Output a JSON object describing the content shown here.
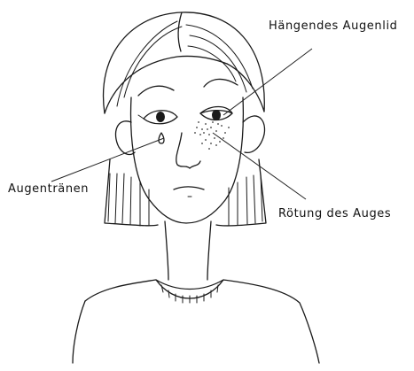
{
  "labels": {
    "drooping_eyelid": "Hängendes Augenlid",
    "eye_tears": "Augentränen",
    "eye_redness": "Rötung des Auges"
  },
  "colors": {
    "ink": "#1a1a1a",
    "background": "#ffffff",
    "redness_stipple": "#333333"
  }
}
